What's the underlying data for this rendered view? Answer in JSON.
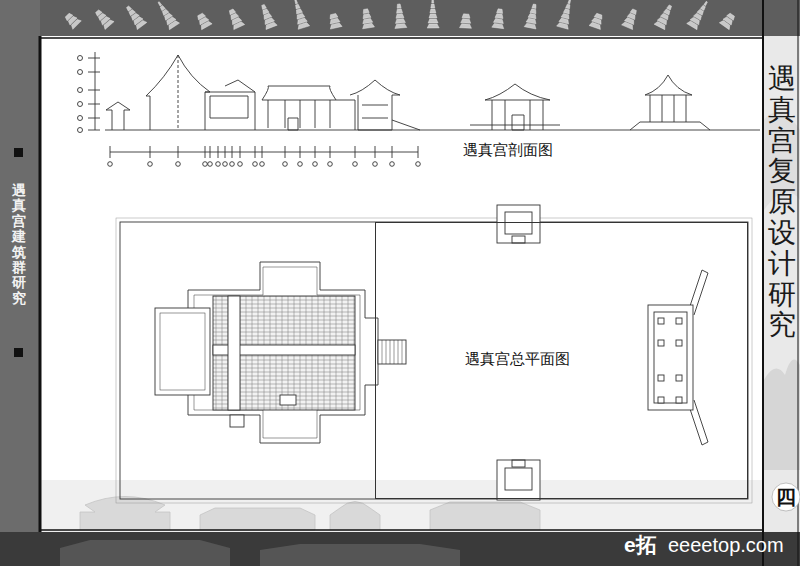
{
  "diagram": {
    "nodes": [
      {
        "text": [
          "遇真宫总平面图"
        ]
      }
    ],
    "labels": [
      "遇真宫剖面图",
      "遇真宫建筑群研究",
      "遇真宫复原设计研究",
      "四",
      "e拓",
      "eeeetop.com"
    ]
  }
}
